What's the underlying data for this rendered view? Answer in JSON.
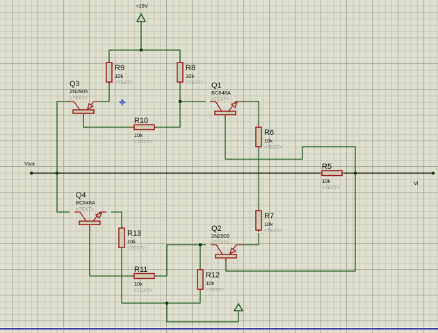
{
  "schematic": {
    "power_label": "+10V",
    "net_labels": {
      "output": "Vout",
      "input": "Vi"
    },
    "colors": {
      "background": "#dedfce",
      "wire": "#1f5a1f",
      "signal_wire": "#000000",
      "component": "#9b1a1a",
      "component_fill": "#cfcfb4",
      "junction": "#0f3d0f",
      "cursor": "#3040d0",
      "border": "#3b3bb0"
    },
    "transistors": [
      {
        "ref": "Q1",
        "part": "BC848A",
        "text": "<TEXT>"
      },
      {
        "ref": "Q2",
        "part": "2N2905",
        "text": "<TEXT>"
      },
      {
        "ref": "Q3",
        "part": "2N2905",
        "text": "<TEXT>"
      },
      {
        "ref": "Q4",
        "part": "BC848A",
        "text": "<TEXT>"
      }
    ],
    "resistors": [
      {
        "ref": "R5",
        "value": "10k",
        "text": "<TEXT>"
      },
      {
        "ref": "R6",
        "value": "10k",
        "text": "<TEXT>"
      },
      {
        "ref": "R7",
        "value": "10k",
        "text": "<TEXT>"
      },
      {
        "ref": "R8",
        "value": "10k",
        "text": "<TEXT>"
      },
      {
        "ref": "R9",
        "value": "10k",
        "text": "<TEXT>"
      },
      {
        "ref": "R10",
        "value": "10k",
        "text": "<TEXT>"
      },
      {
        "ref": "R11",
        "value": "10k",
        "text": "<TEXT>"
      },
      {
        "ref": "R12",
        "value": "10k",
        "text": "<TEXT>"
      },
      {
        "ref": "R13",
        "value": "10k",
        "text": "<TEXT>"
      }
    ]
  }
}
